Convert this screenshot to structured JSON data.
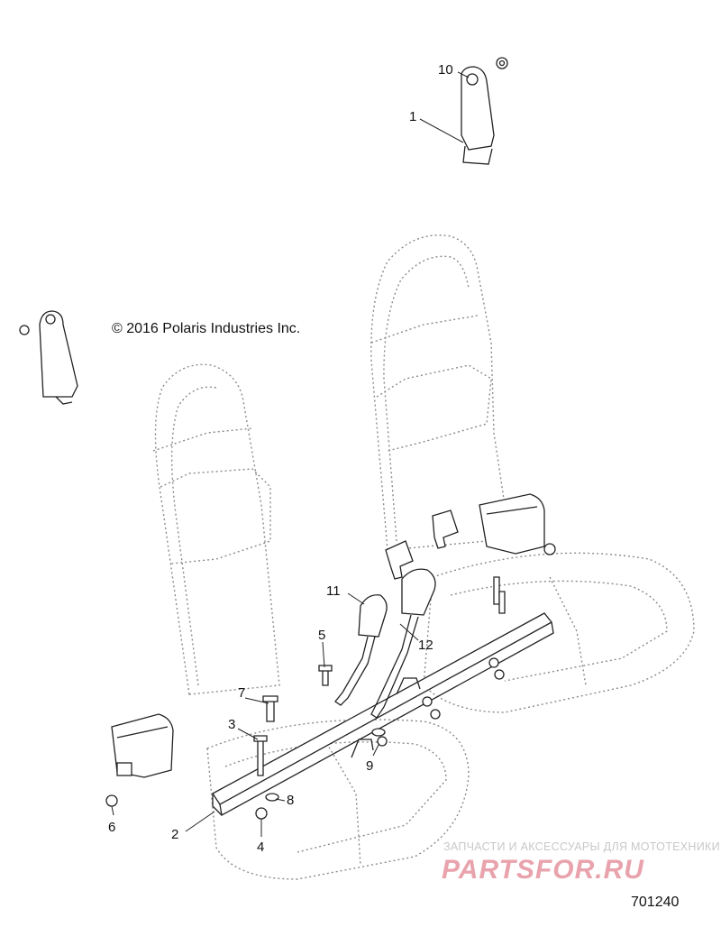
{
  "copyright": "© 2016 Polaris Industries Inc.",
  "diagram_id": "701240",
  "watermark": {
    "line1": "ЗАПЧАСТИ И АКСЕССУАРЫ ДЛЯ МОТОТЕХНИКИ",
    "logo": "PARTSFOR.RU"
  },
  "callouts": [
    "1",
    "2",
    "3",
    "4",
    "5",
    "6",
    "7",
    "8",
    "9",
    "10",
    "11",
    "12"
  ],
  "colors": {
    "line": "#222222",
    "dotted": "#8a8a8a",
    "watermark_logo": "#e9a3ad"
  }
}
